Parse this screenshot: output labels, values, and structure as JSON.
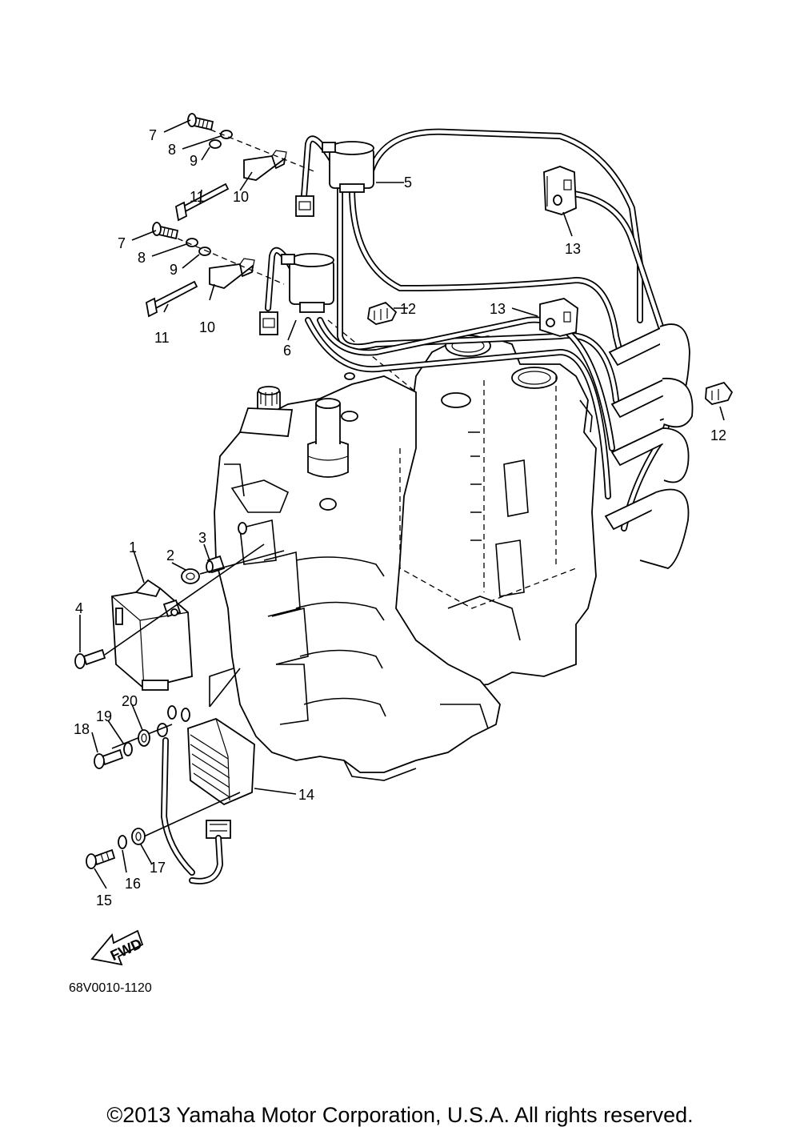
{
  "diagram": {
    "callouts": {
      "c1": "1",
      "c2": "2",
      "c3": "3",
      "c4": "4",
      "c5": "5",
      "c6": "6",
      "c7a": "7",
      "c7b": "7",
      "c8a": "8",
      "c8b": "8",
      "c9a": "9",
      "c9b": "9",
      "c10a": "10",
      "c10b": "10",
      "c11a": "11",
      "c11b": "11",
      "c12a": "12",
      "c12b": "12",
      "c13a": "13",
      "c13b": "13",
      "c14": "14",
      "c15": "15",
      "c16": "16",
      "c17": "17",
      "c18": "18",
      "c19": "19",
      "c20": "20"
    },
    "fwd_label": "FWD",
    "drawing_code": "68V0010-1120",
    "copyright": "©2013 Yamaha Motor Corporation, U.S.A. All rights reserved."
  }
}
